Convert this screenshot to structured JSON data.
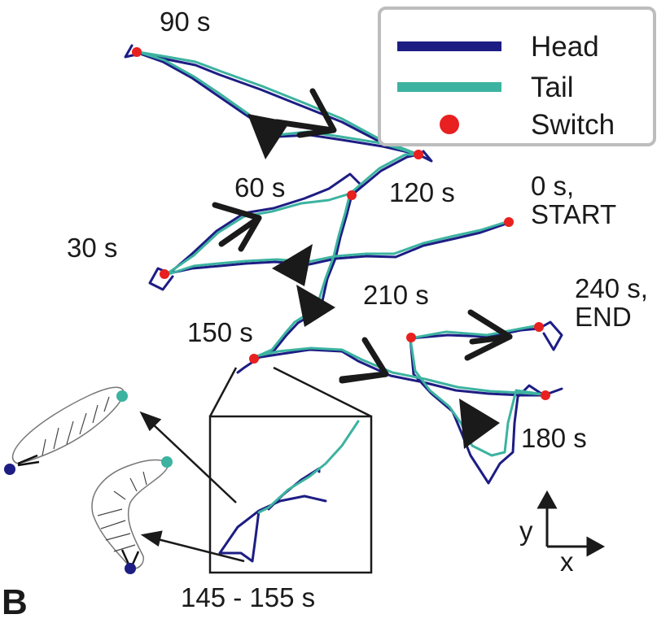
{
  "colors": {
    "head": "#1d1d84",
    "tail": "#3cb3a0",
    "switch": "#e8201f",
    "arrow": "#1a1a1a",
    "frame": "#bdbdbd"
  },
  "legend": {
    "head": "Head",
    "tail": "Tail",
    "switch": "Switch"
  },
  "time_labels": {
    "t90": "90 s",
    "t60": "60 s",
    "t120": "120 s",
    "t0": "0 s,\nSTART",
    "t30": "30 s",
    "t210": "210 s",
    "t240": "240 s,\nEND",
    "t150": "150 s",
    "t180": "180 s"
  },
  "inset_label": "145 - 155 s",
  "axes": {
    "y": "y",
    "x": "x"
  },
  "panel_letter": "B"
}
